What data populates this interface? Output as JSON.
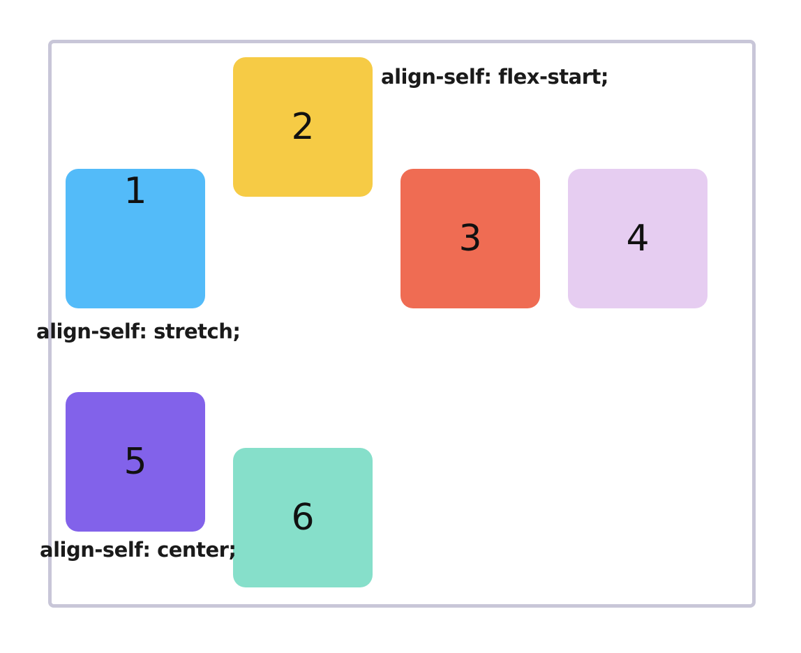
{
  "boxes": [
    {
      "label": "1",
      "color": "#53bbf9"
    },
    {
      "label": "2",
      "color": "#f6cb45"
    },
    {
      "label": "3",
      "color": "#ef6c53"
    },
    {
      "label": "4",
      "color": "#e6cdf1"
    },
    {
      "label": "5",
      "color": "#8262ea"
    },
    {
      "label": "6",
      "color": "#86dfca"
    }
  ],
  "captions": {
    "flex_start": "align-self: flex-start;",
    "stretch": "align-self: stretch;",
    "center": "align-self: center;"
  },
  "border_color": "#c8c6d8"
}
